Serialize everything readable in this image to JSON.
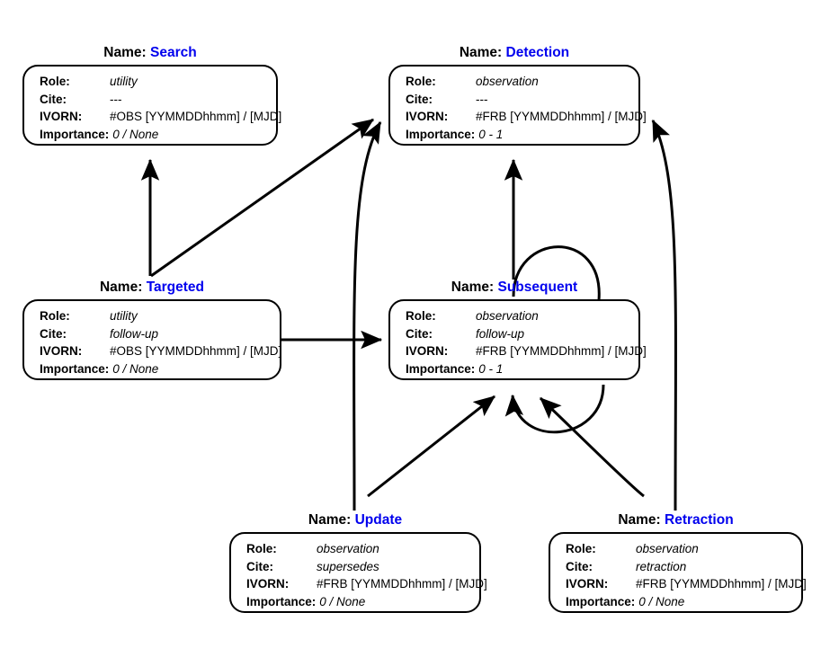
{
  "diagram": {
    "title_prefix": "Name:",
    "field_labels": {
      "role": "Role:",
      "cite": "Cite:",
      "ivorn": "IVORN:",
      "importance": "Importance:"
    },
    "name_color": "#0000ee",
    "line_color": "#000000",
    "background": "#ffffff"
  },
  "nodes": [
    {
      "id": "search",
      "name": "Search",
      "role": "utility",
      "cite": "---",
      "ivorn": "#OBS [YYMMDDhhmm] / [MJD]",
      "importance": "0 / None"
    },
    {
      "id": "detection",
      "name": "Detection",
      "role": "observation",
      "cite": "---",
      "ivorn": "#FRB [YYMMDDhhmm] / [MJD]",
      "importance": "0 - 1"
    },
    {
      "id": "targeted",
      "name": "Targeted",
      "role": "utility",
      "cite": "follow-up",
      "ivorn": "#OBS [YYMMDDhhmm] / [MJD]",
      "importance": "0 / None"
    },
    {
      "id": "subsequent",
      "name": "Subsequent",
      "role": "observation",
      "cite": "follow-up",
      "ivorn": "#FRB [YYMMDDhhmm] / [MJD]",
      "importance": "0 - 1"
    },
    {
      "id": "update",
      "name": "Update",
      "role": "observation",
      "cite": "supersedes",
      "ivorn": "#FRB [YYMMDDhhmm] / [MJD]",
      "importance": "0 / None"
    },
    {
      "id": "retraction",
      "name": "Retraction",
      "role": "observation",
      "cite": "retraction",
      "ivorn": "#FRB [YYMMDDhhmm] / [MJD]",
      "importance": "0 / None"
    }
  ],
  "edges": [
    {
      "from": "targeted",
      "to": "search"
    },
    {
      "from": "targeted",
      "to": "detection"
    },
    {
      "from": "targeted",
      "to": "subsequent"
    },
    {
      "from": "subsequent",
      "to": "detection"
    },
    {
      "from": "subsequent",
      "to": "subsequent"
    },
    {
      "from": "update",
      "to": "detection"
    },
    {
      "from": "update",
      "to": "subsequent"
    },
    {
      "from": "retraction",
      "to": "detection"
    },
    {
      "from": "retraction",
      "to": "subsequent"
    }
  ]
}
